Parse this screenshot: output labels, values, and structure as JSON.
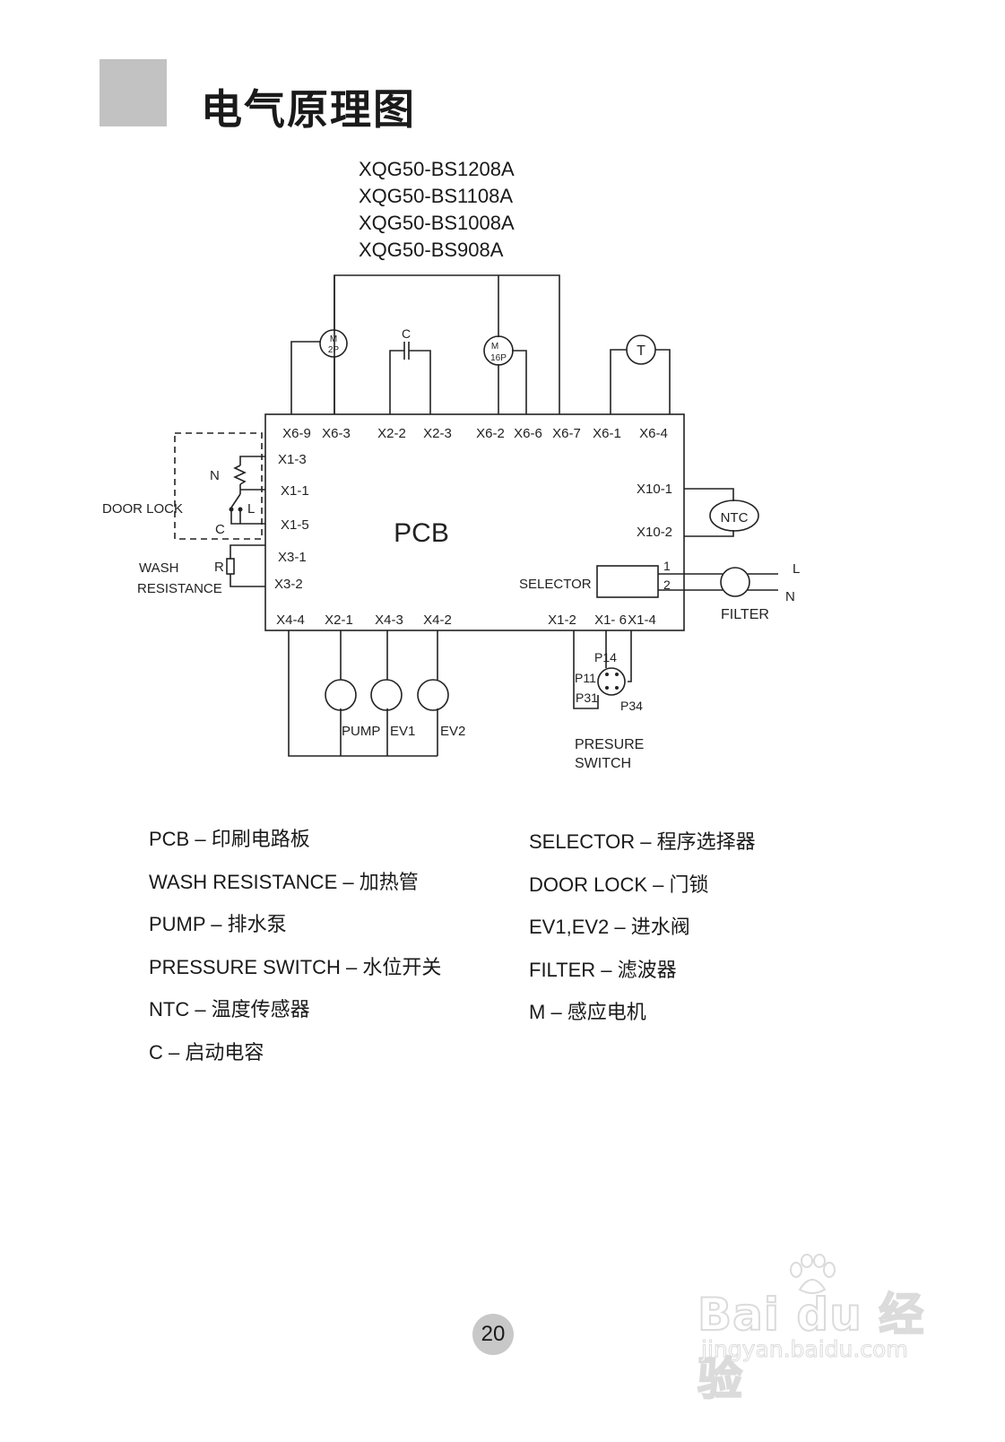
{
  "page": {
    "title": "电气原理图",
    "page_number": "20"
  },
  "models": [
    "XQG50-BS1208A",
    "XQG50-BS1108A",
    "XQG50-BS1008A",
    "XQG50-BS908A"
  ],
  "diagram": {
    "motor_2p": {
      "m": "M",
      "p": "2P"
    },
    "capacitor": "C",
    "motor_16p": {
      "m": "M",
      "p": "16P"
    },
    "thermostat": "T",
    "pcb_label": "PCB",
    "top_pins": [
      "X6-9",
      "X6-3",
      "X2-2",
      "X2-3",
      "X6-2",
      "X6-6",
      "X6-7",
      "X6-1",
      "X6-4"
    ],
    "left_pins": [
      "X1-3",
      "X1-1",
      "X1-5",
      "X3-1",
      "X3-2"
    ],
    "right_pins": [
      "X10-1",
      "X10-2"
    ],
    "bottom_pins": [
      "X4-4",
      "X2-1",
      "X4-3",
      "X4-2",
      "X1-2",
      "X1- 6",
      "X1-4"
    ],
    "selector": "SELECTOR",
    "selector_pins": [
      "1",
      "2"
    ],
    "ntc": "NTC",
    "filter": "FILTER",
    "line_l": "L",
    "line_n": "N",
    "door_lock": {
      "label": "DOOR LOCK",
      "n": "N",
      "l": "L",
      "c": "C"
    },
    "wash_resistance": {
      "line1": "WASH",
      "line2": "RESISTANCE",
      "r": "R"
    },
    "loads": [
      "PUMP",
      "EV1",
      "EV2"
    ],
    "pressure_switch": {
      "line1": "PRESURE",
      "line2": "SWITCH",
      "pins": [
        "P14",
        "P11",
        "P31",
        "P34"
      ]
    }
  },
  "legend": {
    "left": [
      "PCB – 印刷电路板",
      "WASH RESISTANCE – 加热管",
      "PUMP – 排水泵",
      "PRESSURE SWITCH – 水位开关",
      "NTC – 温度传感器",
      "C – 启动电容"
    ],
    "right": [
      "SELECTOR – 程序选择器",
      "DOOR LOCK – 门锁",
      "EV1,EV2 – 进水阀",
      "FILTER – 滤波器",
      "M – 感应电机"
    ]
  },
  "watermark": {
    "brand": "Bai du 经验",
    "url": "jingyan.baidu.com"
  }
}
